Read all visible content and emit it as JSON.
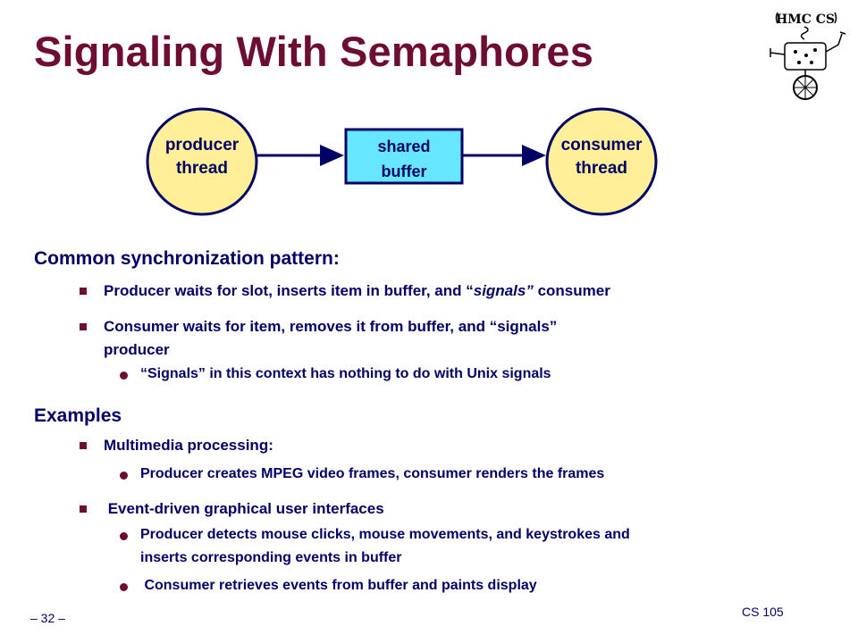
{
  "slide": {
    "title": "Signaling With Semaphores",
    "logo_text": "HMC CS"
  },
  "diagram": {
    "producer": {
      "line1": "producer",
      "line2": "thread"
    },
    "buffer": {
      "line1": "shared",
      "line2": "buffer"
    },
    "consumer": {
      "line1": "consumer",
      "line2": "thread"
    },
    "colors": {
      "node_fill": "#ffef99",
      "buffer_fill": "#66e6ff",
      "stroke": "#000066"
    }
  },
  "section1": {
    "heading": "Common synchronization pattern:",
    "bullet1": {
      "pre": "Producer waits for slot, inserts item in buffer, and “",
      "em": "signals”",
      "post": " consumer"
    },
    "bullet2": {
      "line1": "Consumer waits for item, removes it from buffer, and “signals”",
      "line2": "producer",
      "sub": "“Signals” in this context has nothing to do with Unix signals"
    }
  },
  "section2": {
    "heading": "Examples",
    "bullet1": {
      "text": "Multimedia processing:",
      "sub": "Producer creates MPEG video frames, consumer renders the frames"
    },
    "bullet2": {
      "text": " Event-driven graphical user interfaces",
      "sub1_line1": "Producer detects mouse clicks, mouse movements, and keystrokes and",
      "sub1_line2": "inserts corresponding events in buffer",
      "sub2": " Consumer retrieves events from buffer and paints display"
    }
  },
  "footer": {
    "page": "– 32 –",
    "course": "CS 105"
  },
  "colors": {
    "title": "#6e0d33",
    "text": "#000066",
    "bullet": "#6e0d33"
  }
}
